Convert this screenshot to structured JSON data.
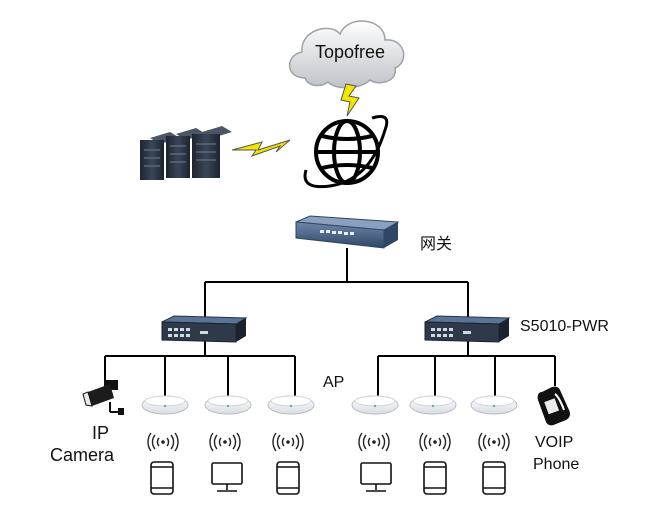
{
  "cloud": {
    "label": "Topofree"
  },
  "gateway": {
    "label": "网关"
  },
  "switch": {
    "label": "S5010-PWR"
  },
  "ap": {
    "label": "AP"
  },
  "camera": {
    "line1": "IP",
    "line2": "Camera"
  },
  "voip": {
    "line1": "VOIP",
    "line2": "Phone"
  },
  "colors": {
    "line": "#000000",
    "lightning": "#f2e600",
    "device_dark": "#2e3a4a",
    "device_blue": "#3e5a84",
    "ap_fill": "#eef0f2"
  },
  "icons": {
    "cloud": "cloud-icon",
    "internet": "globe-icon",
    "servers": "server-rack-icon",
    "gateway": "gateway-router-icon",
    "switch": "poe-switch-icon",
    "ap": "access-point-icon",
    "wifi": "wifi-signal-icon",
    "phone": "smartphone-icon",
    "monitor": "monitor-icon",
    "camera": "ip-camera-icon",
    "voip": "voip-phone-icon"
  }
}
